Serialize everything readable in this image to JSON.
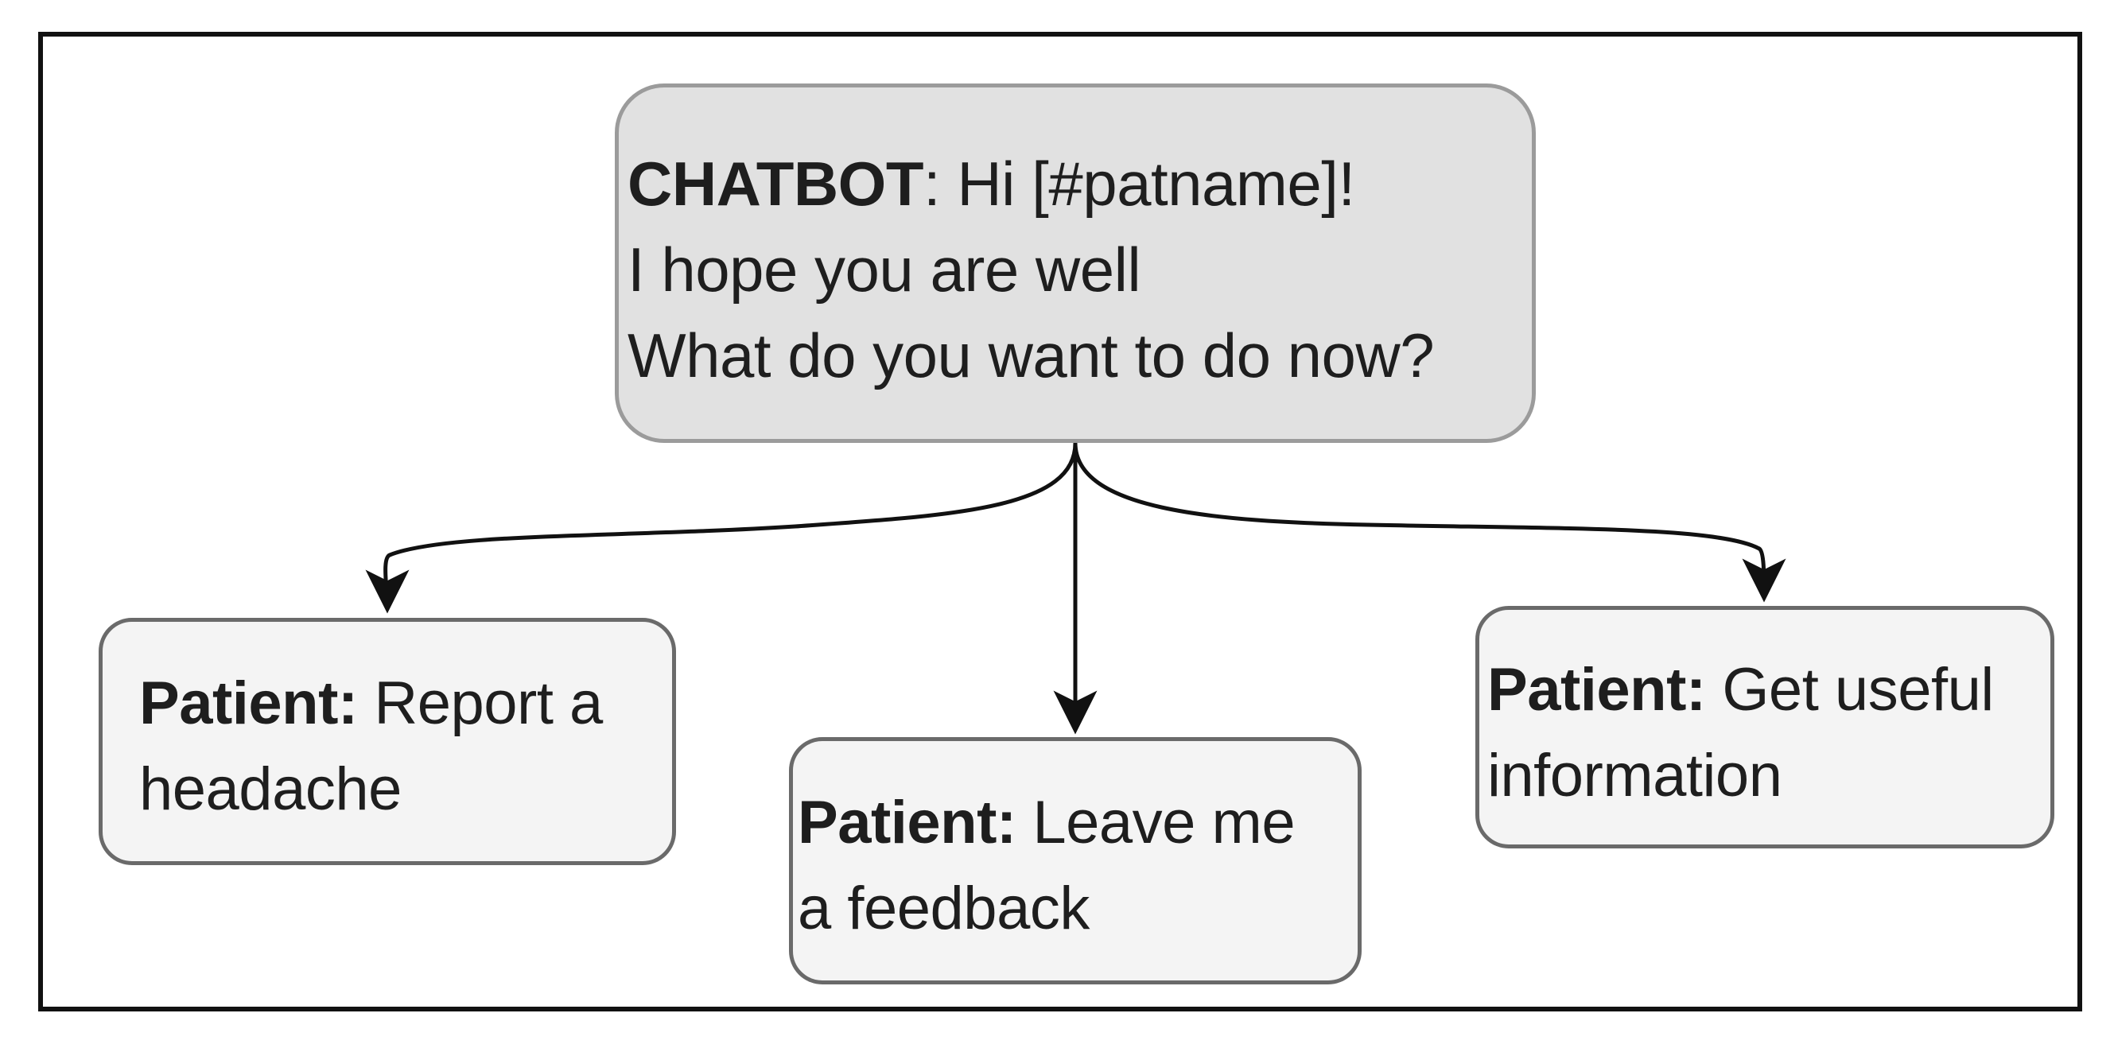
{
  "chatbot": {
    "speaker": "CHATBOT",
    "greeting": ": Hi [#patname]!",
    "line2": "I hope you are well",
    "line3": "What do you want to do now?"
  },
  "options": [
    {
      "speaker": "Patient:",
      "text": " Report a headache"
    },
    {
      "speaker": "Patient:",
      "text": " Leave me a feedback"
    },
    {
      "speaker": "Patient:",
      "text": " Get useful information"
    }
  ],
  "colors": {
    "chatbot_fill": "#e1e1e1",
    "chatbot_border": "#9b9b9b",
    "patient_fill": "#f4f4f4",
    "patient_border": "#6a6a6a",
    "arrow": "#111111",
    "frame": "#111111"
  }
}
